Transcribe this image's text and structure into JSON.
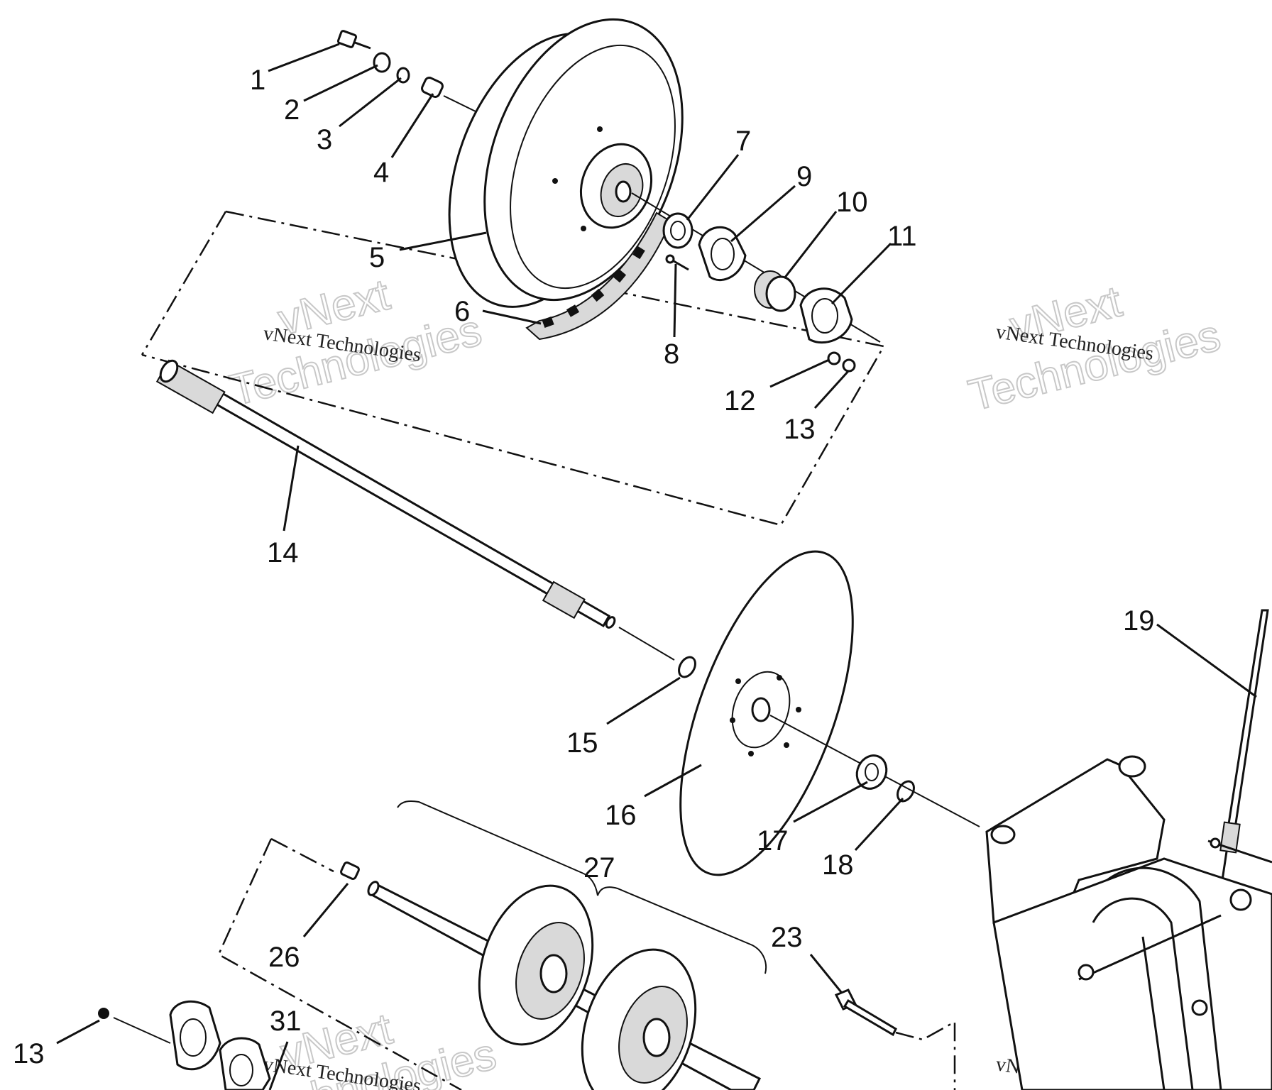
{
  "diagram": {
    "watermark_small": "vNext Technologies",
    "watermark_big_line1": "vNext",
    "watermark_big_line2": "Technologies",
    "callouts": [
      "1",
      "2",
      "3",
      "4",
      "5",
      "6",
      "7",
      "8",
      "9",
      "10",
      "11",
      "12",
      "13",
      "14",
      "15",
      "16",
      "17",
      "18",
      "19",
      "23",
      "26",
      "27",
      "13",
      "31"
    ]
  }
}
